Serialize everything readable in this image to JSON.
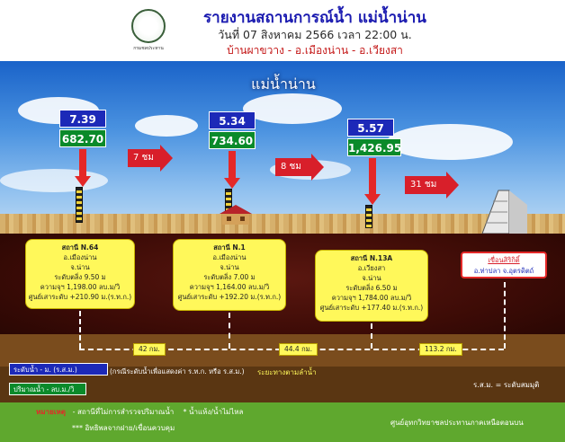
{
  "header": {
    "logo_caption": "กรมชลประทาน",
    "title": "รายงานสถานการณ์น้ำ แม่น้ำน่าน",
    "date_line": "วันที่ 07 สิงหาคม 2566 เวลา 22:00 น.",
    "location_line": "บ้านผาขวาง - อ.เมืองน่าน - อ.เวียงสา"
  },
  "scene": {
    "river_name": "แม่น้ำน่าน"
  },
  "stations": [
    {
      "level": "7.39",
      "volume": "682.70",
      "code": "สถานี N.64",
      "amphoe": "อ.เมืองน่าน",
      "province": "จ.น่าน",
      "bank_level": "ระดับตลิ่ง 9.50 ม",
      "capacity": "ความจุฯ 1,198.00 ลบ.ม/วิ",
      "zero_gauge": "ศูนย์เสาระดับ +210.90 ม.(ร.ท.ก.)"
    },
    {
      "level": "5.34",
      "volume": "734.60",
      "code": "สถานี N.1",
      "amphoe": "อ.เมืองน่าน",
      "province": "จ.น่าน",
      "bank_level": "ระดับตลิ่ง 7.00 ม",
      "capacity": "ความจุฯ 1,164.00 ลบ.ม/วิ",
      "zero_gauge": "ศูนย์เสาระดับ +192.20 ม.(ร.ท.ก.)"
    },
    {
      "level": "5.57",
      "volume": "1,426.95",
      "code": "สถานี N.13A",
      "amphoe": "อ.เวียงสา",
      "province": "จ.น่าน",
      "bank_level": "ระดับตลิ่ง 6.50 ม",
      "capacity": "ความจุฯ 1,784.00 ลบ.ม/วิ",
      "zero_gauge": "ศูนย์เสาระดับ +177.40 ม.(ร.ท.ก.)"
    }
  ],
  "travel_times": [
    "7 ชม",
    "8 ชม",
    "31 ชม"
  ],
  "dam": {
    "name": "เขื่อนสิริกิติ์",
    "location": "อ.ท่าปลา จ.อุตรดิตถ์"
  },
  "distances": [
    "42 กม.",
    "44.4 กม.",
    "113.2 กม."
  ],
  "legend": {
    "level_label": "ระดับน้ำ - ม. (ร.ส.ม.)",
    "volume_label": "ปริมาณน้ำ - ลบ.ม./วิ",
    "note": "(กรณีระดับน้ำเพื่อแสดงค่า ร.ท.ก. หรือ ร.ส.ม.)",
    "flow_direction": "ระยะทางตามลำน้ำ",
    "msl": "ร.ส.ม. = ระดับสมมุติ"
  },
  "footer": {
    "remark_label": "หมายเหตุ",
    "remark1": "- สถานีที่ไม่การสำรวจปริมาณน้ำ",
    "remark2": "* น้ำแห้ง/น้ำไม่ไหล",
    "remark3": "*** อิทธิพลจากฝาย/เขื่อนควบคุม",
    "center": "ศูนย์อุทกวิทยาชลประทานภาคเหนือตอนบน"
  },
  "colors": {
    "level_box": "#1c29b8",
    "volume_box": "#0a8a2a",
    "arrow": "#e42828",
    "info_box": "#fff85a"
  }
}
